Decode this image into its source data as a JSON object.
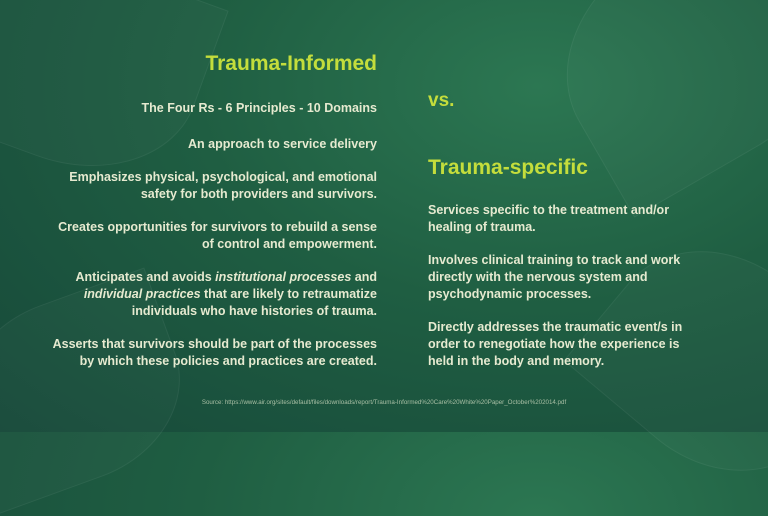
{
  "informed": {
    "title": "Trauma-Informed",
    "subtitle": "The Four Rs - 6 Principles - 10 Domains",
    "p1": "An approach to service delivery",
    "p2a": "Emphasizes physical, psychological, and emotional",
    "p2b": "safety for both providers and survivors.",
    "p3a": "Creates opportunities for survivors to rebuild a sense",
    "p3b": "of control and empowerment.",
    "p4a": "Anticipates and avoids ",
    "p4b": "institutional processes",
    "p4c": " and",
    "p4d": "individual practices",
    "p4e": " that are likely to retraumatize",
    "p4f": "individuals who have histories of trauma.",
    "p5a": "Asserts that survivors should be part of the processes",
    "p5b": "by which these policies and practices are created."
  },
  "vs": "vs.",
  "specific": {
    "title": "Trauma-specific",
    "p1": "Services specific to the treatment and/or healing of trauma.",
    "p2": "Involves clinical training to track and work directly with the nervous system and psychodynamic processes.",
    "p3": "Directly addresses the traumatic event/s in order to renegotiate how the experience is held in the body and memory."
  },
  "source": "Source:  https://www.air.org/sites/default/files/downloads/report/Trauma-Informed%20Care%20White%20Paper_October%202014.pdf"
}
